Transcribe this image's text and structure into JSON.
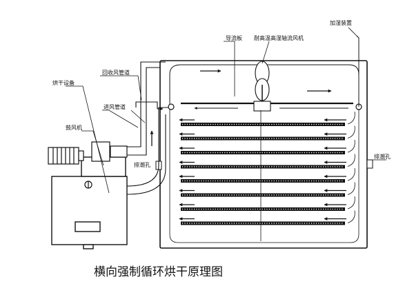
{
  "title": "横向强制循环烘干原理图",
  "labels": {
    "humidifier": "加湿装置",
    "baffle": "导流板",
    "axial_fan": "耐高温高湿轴流风机",
    "return_duct": "回收风管道",
    "dryer": "烘干设备",
    "inlet_duct": "进风管道",
    "blower": "鼓风机",
    "vent_left": "排潮孔",
    "vent_right": "排潮孔"
  },
  "shelf_rows": 8
}
